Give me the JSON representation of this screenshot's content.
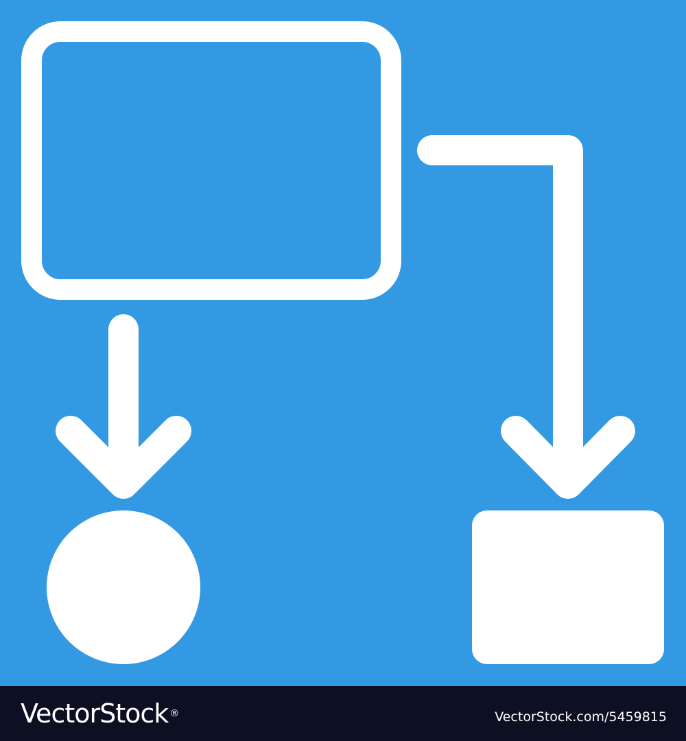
{
  "colors": {
    "background": "#3399e2",
    "foreground": "#ffffff",
    "footer_background": "#0d1022"
  },
  "diagram": {
    "nodes": [
      {
        "id": "process",
        "shape": "rounded-rectangle",
        "style": "outline"
      },
      {
        "id": "terminal-circle",
        "shape": "circle",
        "style": "filled"
      },
      {
        "id": "terminal-rect",
        "shape": "rounded-rectangle",
        "style": "filled"
      }
    ],
    "edges": [
      {
        "from": "process",
        "to": "terminal-circle",
        "style": "arrow-down"
      },
      {
        "from": "process",
        "to": "terminal-rect",
        "style": "elbow-arrow"
      }
    ]
  },
  "footer": {
    "brand_text": "VectorStock",
    "registered_mark": "®",
    "image_id": "VectorStock.com/5459815"
  }
}
